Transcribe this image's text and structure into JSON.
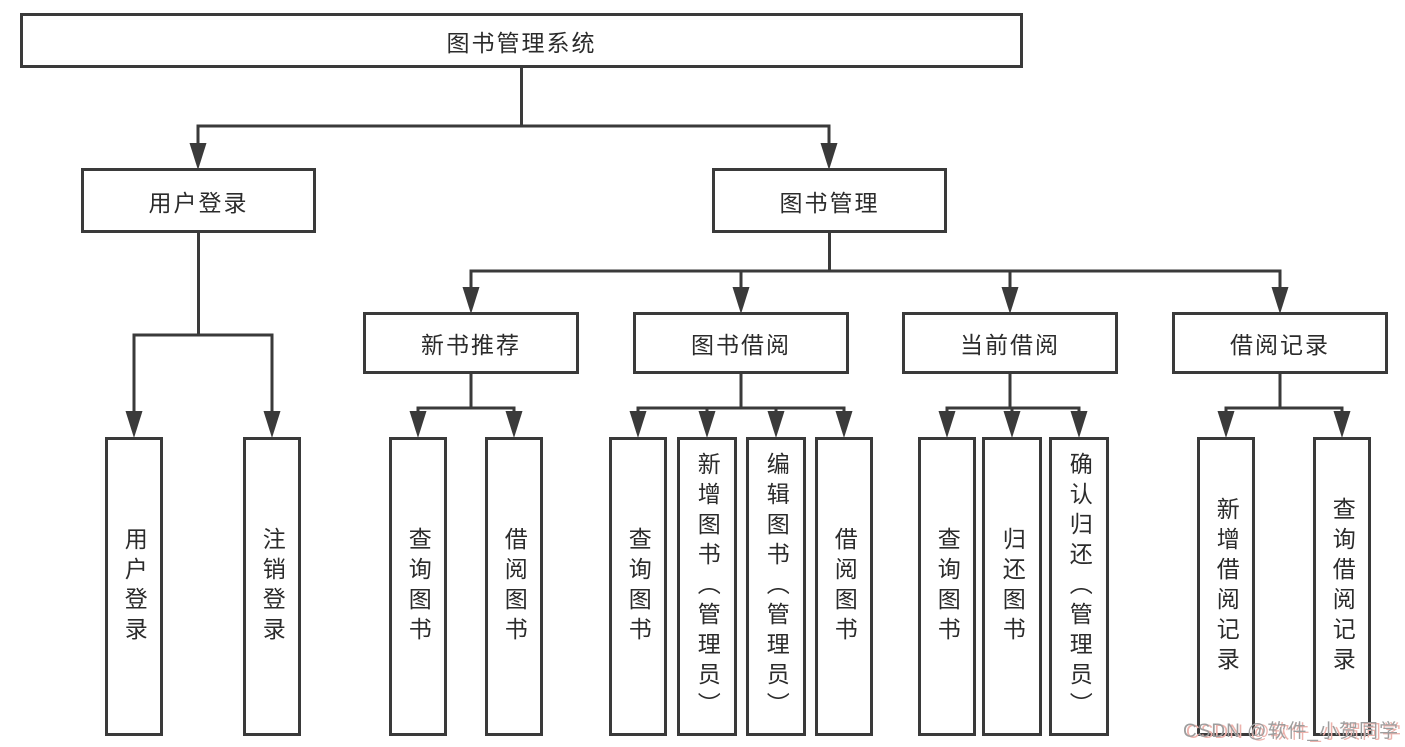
{
  "tree": {
    "label": "图书管理系统",
    "children": [
      {
        "label": "用户登录",
        "children": [
          {
            "label": "用户登录"
          },
          {
            "label": "注销登录"
          }
        ]
      },
      {
        "label": "图书管理",
        "children": [
          {
            "label": "新书推荐",
            "children": [
              {
                "label": "查询图书"
              },
              {
                "label": "借阅图书"
              }
            ]
          },
          {
            "label": "图书借阅",
            "children": [
              {
                "label": "查询图书"
              },
              {
                "label": "新增图书（管理员）"
              },
              {
                "label": "编辑图书（管理员）"
              },
              {
                "label": "借阅图书"
              }
            ]
          },
          {
            "label": "当前借阅",
            "children": [
              {
                "label": "查询图书"
              },
              {
                "label": "归还图书"
              },
              {
                "label": "确认归还（管理员）"
              }
            ]
          },
          {
            "label": "借阅记录",
            "children": [
              {
                "label": "新增借阅记录"
              },
              {
                "label": "查询借阅记录"
              }
            ]
          }
        ]
      }
    ]
  },
  "watermark": {
    "text": "CSDN @软件_小贺同学"
  },
  "colors": {
    "line": "#3a3a3a",
    "text": "#2b2b2b",
    "box_background": "#ffffff",
    "watermark_text": "#9e9e9e",
    "watermark_shadow": "#edb3ad"
  }
}
